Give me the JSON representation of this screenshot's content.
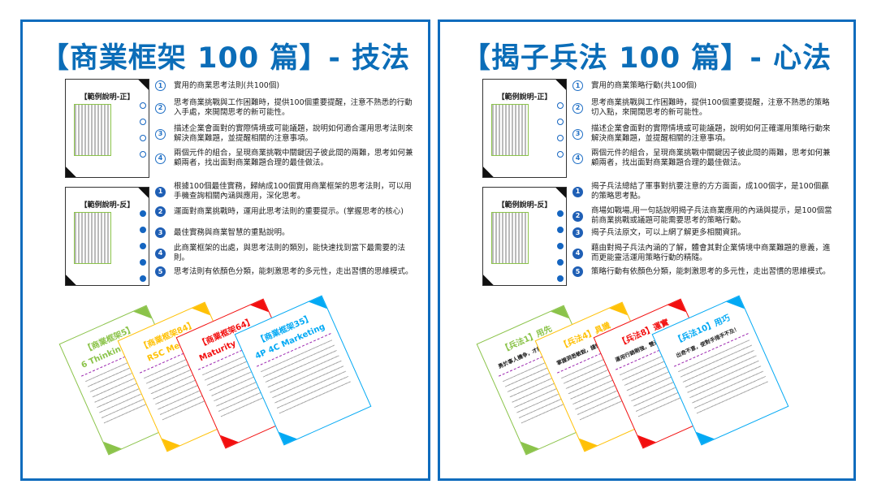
{
  "left": {
    "title": "【商業框架 100 篇】- 技法",
    "front_label": "【範例說明-正】",
    "back_label": "【範例說明-反】",
    "front_items": [
      {
        "n": "1",
        "text": "實用的商業思考法則(共100個)"
      },
      {
        "n": "2",
        "text": "思考商業挑戰與工作困難時，提供100個重要提醒，注意不熟悉的行動入手處，來開闊思考的新可能性。"
      },
      {
        "n": "3",
        "text": "描述企業會面對的實際情境或可能議題，說明如何適合運用思考法則來解決商業難題，並提醒相關的注意事項。"
      },
      {
        "n": "4",
        "text": "兩個元件的組合，呈現商業挑戰中關鍵因子彼此間的兩難，思考如何兼顧兩者，找出面對商業難題合理的最佳做法。"
      }
    ],
    "back_items": [
      {
        "n": "1",
        "text": "根據100個最佳實務，歸納成100個實用商業框架的思考法則，可以用手機查詢相關內涵與應用，深化思考。"
      },
      {
        "n": "2",
        "text": "運面對商業挑戰時，運用此思考法則的重要提示。(掌握思考的核心)"
      },
      {
        "n": "3",
        "text": "最佳實務與商業智慧的重點說明。"
      },
      {
        "n": "4",
        "text": "此商業框架的出處，與思考法則的類別，能快速找到當下最需要的法則。"
      },
      {
        "n": "5",
        "text": "思考法則有依顏色分類，能刺激思考的多元性，走出習慣的思維模式。"
      }
    ],
    "cards": [
      {
        "title": "【商業框架5】",
        "sub": "6 Thinking Hats",
        "color": "#8bc34a"
      },
      {
        "title": "【商業框架84】",
        "sub": "RSC Method",
        "color": "#ffc107"
      },
      {
        "title": "【商業框架64】",
        "sub": "Maturity Model",
        "color": "#f20f0f"
      },
      {
        "title": "【商業框架35】",
        "sub": "4P 4C Marketing",
        "color": "#03a9f4"
      }
    ]
  },
  "right": {
    "title": "【揭子兵法 100 篇】- 心法",
    "front_label": "【範例說明-正】",
    "back_label": "【範例說明-反】",
    "front_items": [
      {
        "n": "1",
        "text": "實用的商業策略行動(共100個)"
      },
      {
        "n": "2",
        "text": "思考商業挑戰與工作困難時，提供100個重要提醒，注意不熟悉的策略切入點，來開闊思考的新可能性。"
      },
      {
        "n": "3",
        "text": "描述企業會面對的實際情境或可能議題，說明如何正確運用策略行動來解決商業難題，並提醒相關的注意事項。"
      },
      {
        "n": "4",
        "text": "兩個元件的組合，呈現商業挑戰中關鍵因子彼此間的兩難，思考如何兼顧兩者，找出面對商業難題合理的最佳做法。"
      }
    ],
    "back_items": [
      {
        "n": "1",
        "text": "揭子兵法總結了軍事對抗要注意的方方面面，成100個字，是100個贏的策略思考點。"
      },
      {
        "n": "2",
        "text": "商場如戰場,用一句話說明揭子兵法商業應用的內涵與提示，是100個當前商業挑戰或議題可能需要思考的策略行動。"
      },
      {
        "n": "3",
        "text": "揭子兵法原文，可以上網了解更多相關資訊。"
      },
      {
        "n": "4",
        "text": "藉由對揭子兵法內涵的了解，體會其對企業情境中商業難題的意義，進而更能靈活運用策略行動的精隨。"
      },
      {
        "n": "5",
        "text": "策略行動有依顏色分類，能刺激思考的多元性，走出習慣的思維模式。"
      }
    ],
    "cards": [
      {
        "title": "【兵法1】用先",
        "sub": "勇於事人機争，才能先發制人！",
        "color": "#8bc34a"
      },
      {
        "title": "【兵法4】具識",
        "sub": "掌握洞悉敏銳，謹慎對手意圖！",
        "color": "#ffc107"
      },
      {
        "title": "【兵法8】運實",
        "sub": "運用行銷剛強，營造有利情勢！",
        "color": "#f20f0f"
      },
      {
        "title": "【兵法10】用巧",
        "sub": "出奇不意，使對手措手不及！",
        "color": "#03a9f4"
      }
    ]
  }
}
